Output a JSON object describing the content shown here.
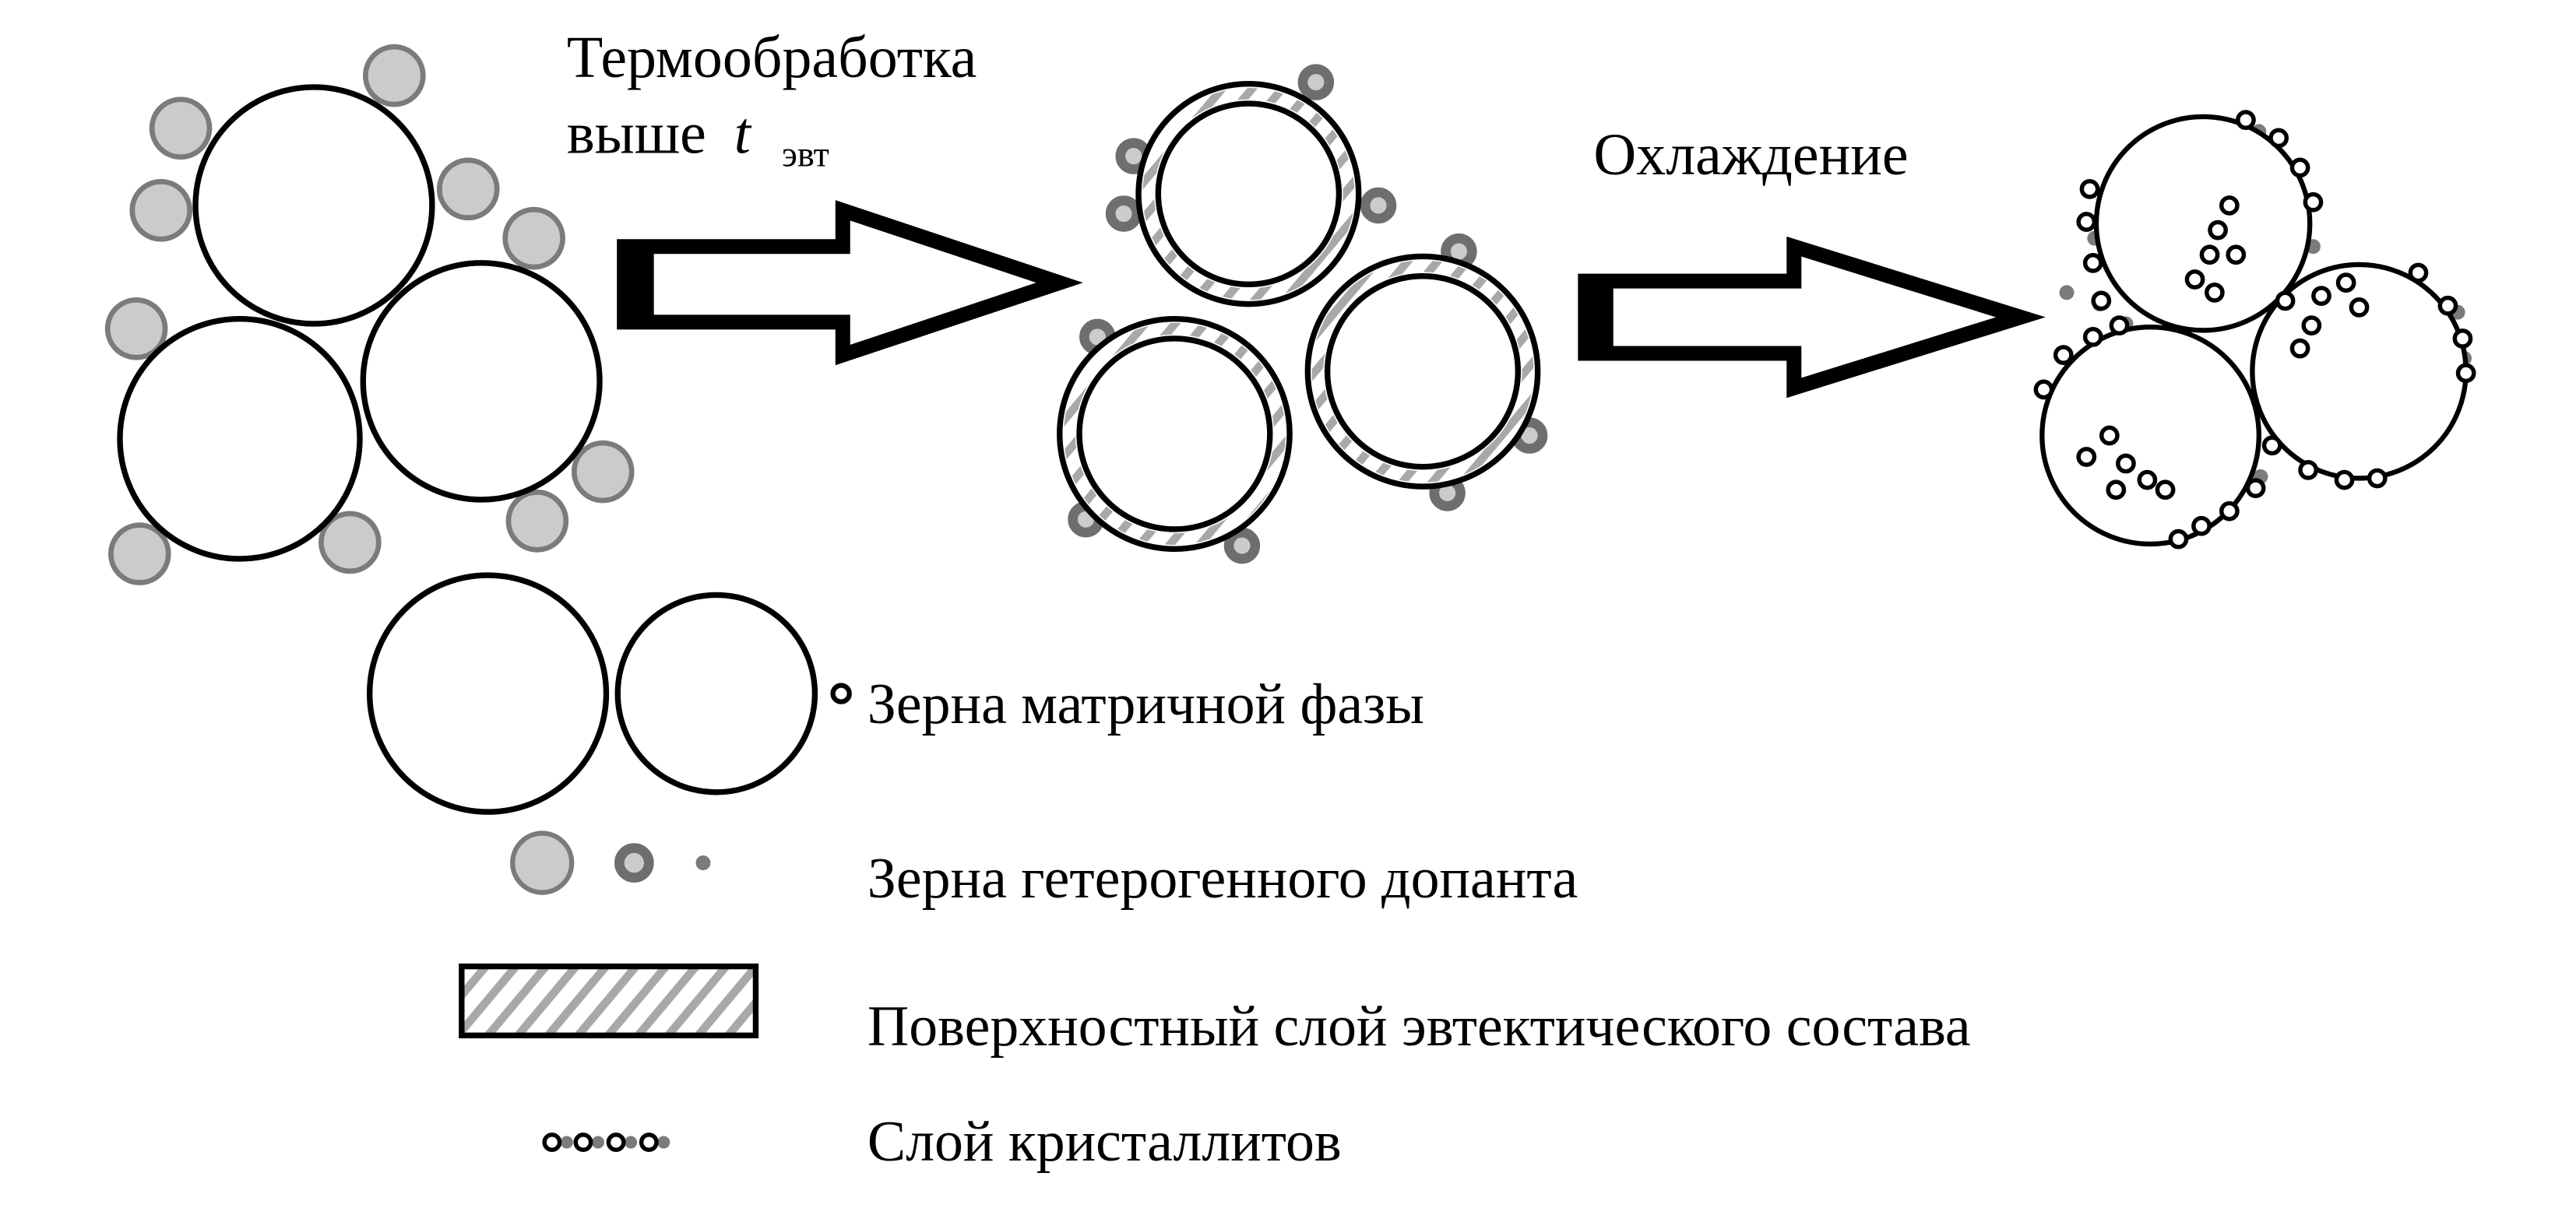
{
  "diagram": {
    "stages": [
      {
        "name": "initial",
        "description": "Matrix grains with heterogeneous dopant grains on surface"
      },
      {
        "name": "after-heat-treatment",
        "description": "Matrix grains covered by eutectic surface layer"
      },
      {
        "name": "after-cooling",
        "description": "Matrix grains with crystallite layer"
      }
    ],
    "steps": [
      {
        "label_line1": "Термообработка",
        "label_line2": "выше",
        "label_var": "t",
        "label_sub": "эвт"
      },
      {
        "label_line1": "Охлаждение"
      }
    ],
    "legend": [
      {
        "icon": "matrix-grain-icon",
        "text": "Зерна матричной фазы"
      },
      {
        "icon": "dopant-grain-icon",
        "text": "Зерна гетерогенного допанта"
      },
      {
        "icon": "eutectic-layer-icon",
        "text": "Поверхностный слой эвтектического состава"
      },
      {
        "icon": "crystallite-layer-icon",
        "text": "Слой кристаллитов"
      }
    ],
    "colors": {
      "outline": "#000000",
      "dopant_fill": "#cbcbcd",
      "dopant_stroke": "#7b7b7b",
      "dark_dopant": "#6e6e6e",
      "hatch": "#a8a8a8",
      "background": "#ffffff"
    }
  }
}
